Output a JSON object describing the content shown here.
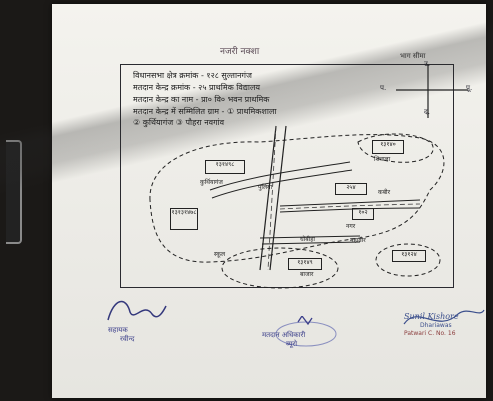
{
  "document": {
    "title": "नजरी नक्शा",
    "direction_label": "भाग सीमा",
    "compass": {
      "north": "उ.",
      "south": "द.",
      "east": "पू.",
      "west": "प."
    },
    "header_lines": [
      "विधानसभा क्षेत्र क्रमांक - १२८ सुल्तानगंज",
      "मतदान केन्द्र क्रमांक - २५ प्राथमिक विद्यालय",
      "मतदान केन्द्र का नाम - प्रा० वि० भवन प्राथमिक",
      "मतदान केन्द्र में सम्मिलित ग्राम - ① प्राथमिकशाला",
      "② कुर्थियागंज ③ पौहरा नवगांव"
    ],
    "map_boxes": [
      {
        "id": "box1",
        "text": "१३१४९८"
      },
      {
        "id": "box2",
        "text": "२५४"
      },
      {
        "id": "box3",
        "text": "१३१३१४७८"
      },
      {
        "id": "box4",
        "text": "१०२"
      },
      {
        "id": "box5",
        "text": "१३१४९"
      },
      {
        "id": "box6",
        "text": "१३१२४"
      },
      {
        "id": "box7",
        "text": "१३१४०"
      }
    ],
    "map_labels": [
      "कुर्थियागंज",
      "पुलिया",
      "धोबीहा",
      "कबीर",
      "नगर",
      "महावीर",
      "बाजार",
      "स्कूल",
      "शिवाला"
    ],
    "signatures": {
      "left_sig": "ह0",
      "left_title": "सहायक",
      "left_sub": "रवीन्द",
      "mid_title": "मतदान अधिकारी",
      "mid_sub": "ब्यूरो",
      "right_name": "Sunil Kishore",
      "right_sub": "Dhariawas",
      "right_code": "Patwari C. No. 16"
    }
  }
}
